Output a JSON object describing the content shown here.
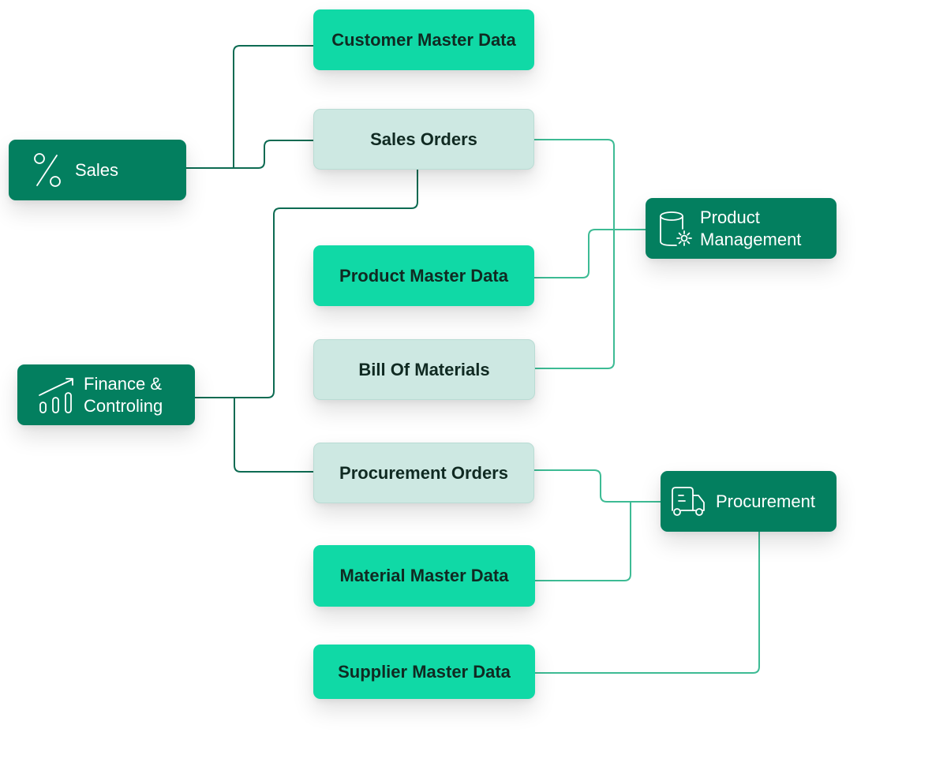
{
  "modules": {
    "sales": {
      "label": "Sales",
      "icon": "percent-icon"
    },
    "finance": {
      "label_line1": "Finance &",
      "label_line2": "Controling",
      "icon": "chart-growth-icon"
    },
    "product_management": {
      "label_line1": "Product",
      "label_line2": "Management",
      "icon": "database-gear-icon"
    },
    "procurement": {
      "label": "Procurement",
      "icon": "delivery-truck-icon"
    }
  },
  "data_objects": {
    "customer_master": "Customer Master Data",
    "sales_orders": "Sales Orders",
    "product_master": "Product Master Data",
    "bill_of_materials": "Bill Of Materials",
    "procurement_orders": "Procurement Orders",
    "material_master": "Material Master Data",
    "supplier_master": "Supplier Master Data"
  },
  "colors": {
    "module_green": "#037f5f",
    "bright_green": "#10d9a6",
    "pale_green": "#cde8e2",
    "dark_line": "#0d6b52",
    "light_line": "#3dbb94"
  }
}
